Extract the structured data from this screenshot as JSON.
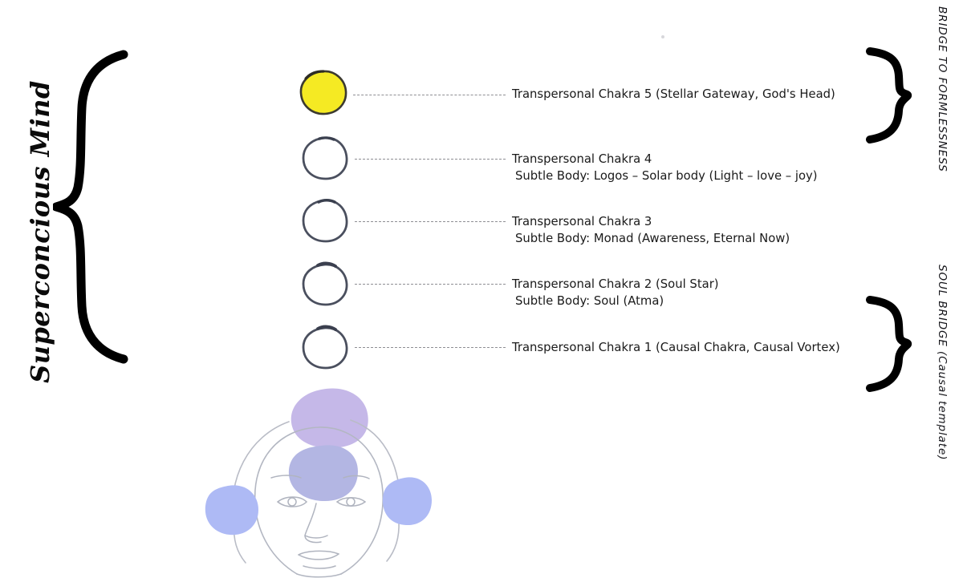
{
  "diagram": {
    "title_left": "Superconcious Mind",
    "background_color": "#ffffff"
  },
  "right_labels": [
    {
      "id": "bridge-to-formlessness",
      "text": "BRIDGE TO FORMLESSNESS"
    },
    {
      "id": "soul-bridge",
      "text": "SOUL BRIDGE (Causal template)"
    }
  ],
  "chakras": [
    {
      "id": "transpersonal-chakra-5",
      "line1": "Transpersonal Chakra 5 (Stellar Gateway, God's Head)",
      "line2": "",
      "fill": "#f5ea23",
      "outline": "#3c3a30",
      "filled": true
    },
    {
      "id": "transpersonal-chakra-4",
      "line1": "Transpersonal Chakra 4",
      "line2": "Subtle Body: Logos – Solar body (Light – love – joy)",
      "fill": "transparent",
      "outline": "#4a4f5e",
      "filled": false
    },
    {
      "id": "transpersonal-chakra-3",
      "line1": "Transpersonal Chakra 3",
      "line2": "Subtle Body: Monad (Awareness, Eternal Now)",
      "fill": "transparent",
      "outline": "#4a4f5e",
      "filled": false
    },
    {
      "id": "transpersonal-chakra-2",
      "line1": "Transpersonal Chakra 2 (Soul Star)",
      "line2": "Subtle Body: Soul (Atma)",
      "fill": "transparent",
      "outline": "#4a4f5e",
      "filled": false
    },
    {
      "id": "transpersonal-chakra-1",
      "line1": "Transpersonal Chakra 1 (Causal Chakra, Causal Vortex)",
      "line2": "",
      "fill": "transparent",
      "outline": "#4a4f5e",
      "filled": false
    }
  ],
  "head": {
    "outline_color": "#b9bcc6",
    "blobs": [
      {
        "id": "crown-blob",
        "color": "#c5b8e8"
      },
      {
        "id": "third-eye-blob",
        "color": "#b3b6e3"
      },
      {
        "id": "left-temple-blob",
        "color": "#aebaf5"
      },
      {
        "id": "right-temple-blob",
        "color": "#aebaf5"
      }
    ]
  },
  "braces": {
    "color": "#000000",
    "left_id": "superconscious-mind-brace",
    "right_top_id": "bridge-to-formlessness-brace",
    "right_bottom_id": "soul-bridge-brace"
  }
}
